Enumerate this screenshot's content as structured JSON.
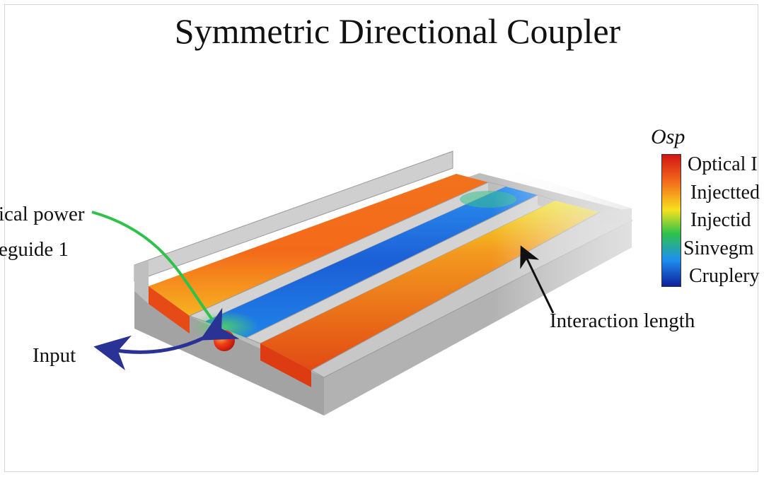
{
  "title": "Symmetric Directional Coupler",
  "labels": {
    "optical_power_line1": "ical power",
    "optical_power_line2": "eguide 1",
    "input": "Input",
    "interaction_length": "Interaction length"
  },
  "colorbar": {
    "title": "Osp",
    "entries": [
      "Optical I",
      "Injectted",
      "Injectid",
      "Sinvegm",
      "Cruplery"
    ],
    "gradient": [
      "#d41414",
      "#f4731a",
      "#f7e11e",
      "#2ec24a",
      "#1f8ff0",
      "#0d1f9b"
    ]
  },
  "colors": {
    "substrate_top": "#bdbdbd",
    "substrate_front": "#a3a3a3",
    "substrate_side": "#b0b0b0",
    "rail": "#c9c9c9",
    "green_arrow": "#2ec24a",
    "blue_arrow": "#2a3296",
    "black_arrow": "#111111"
  }
}
